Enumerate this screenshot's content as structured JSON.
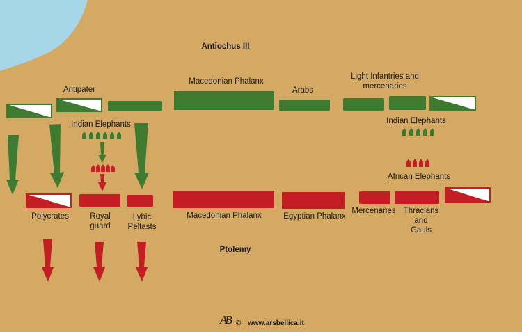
{
  "colors": {
    "background": "#d4a964",
    "sea": "#a6d7e8",
    "seleucid": "#3e7a30",
    "ptolemaic": "#c41e24"
  },
  "labels": {
    "antiochus": "Antiochus III",
    "ptolemy": "Ptolemy",
    "antipater": "Antipater",
    "seleucid_macedonian_phalanx": "Macedonian Phalanx",
    "arabs": "Arabs",
    "light_infantries": "Light Infantries and\nmercenaries",
    "indian_elephants_left": "Indian Elephants",
    "indian_elephants_right": "Indian Elephants",
    "african_elephants": "African Elephants",
    "polycrates": "Polycrates",
    "royal_guard": "Royal\nguard",
    "lybic_peltasts": "Lybic\nPeltasts",
    "ptolemaic_macedonian_phalanx": "Macedonian Phalanx",
    "egyptian_phalanx": "Egyptian Phalanx",
    "mercenaries": "Mercenaries",
    "thracians_gauls": "Thracians\nand\nGauls"
  },
  "credit": {
    "logo": "AB",
    "copyright": "©",
    "site": "www.arsbellica.it"
  }
}
